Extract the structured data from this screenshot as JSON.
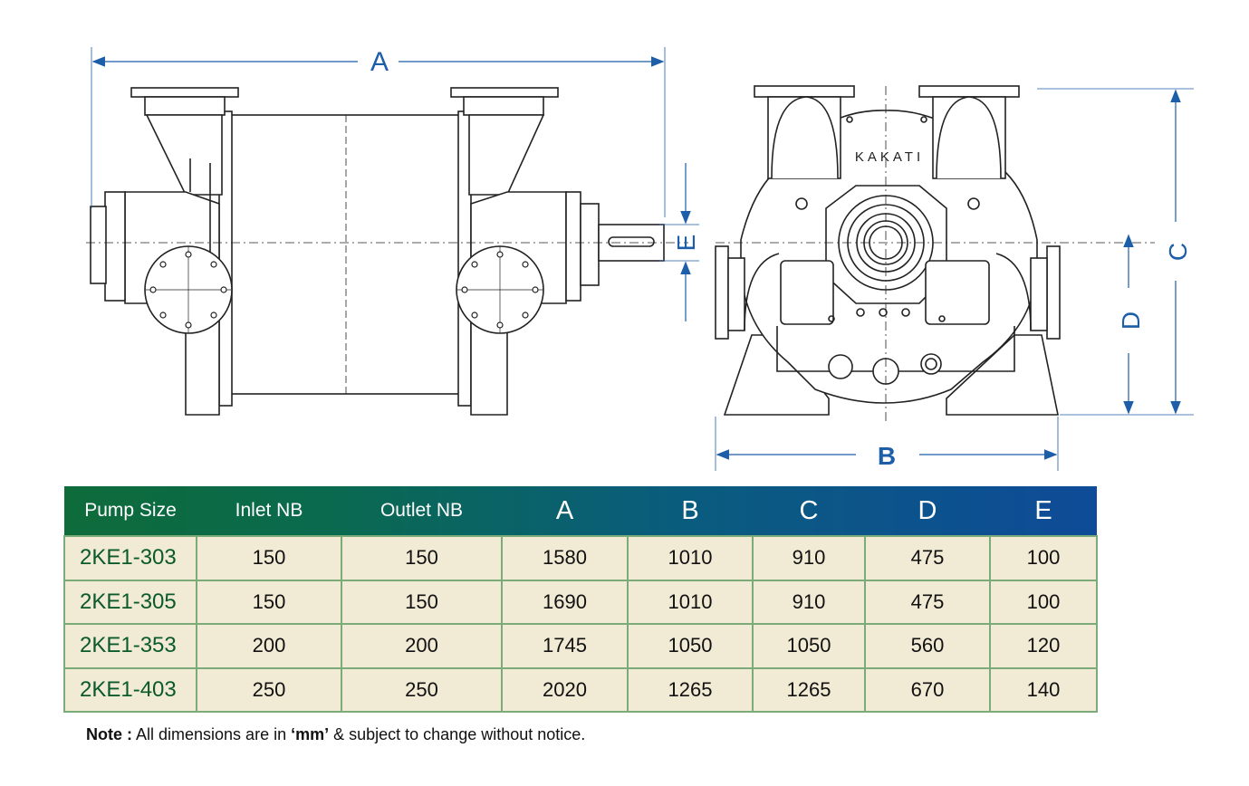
{
  "dimension_labels": {
    "A": "A",
    "B": "B",
    "C": "C",
    "D": "D",
    "E": "E"
  },
  "brand": "KAKATI",
  "table": {
    "headers": [
      "Pump Size",
      "Inlet NB",
      "Outlet NB",
      "A",
      "B",
      "C",
      "D",
      "E"
    ],
    "rows": [
      [
        "2KE1-303",
        "150",
        "150",
        "1580",
        "1010",
        "910",
        "475",
        "100"
      ],
      [
        "2KE1-305",
        "150",
        "150",
        "1690",
        "1010",
        "910",
        "475",
        "100"
      ],
      [
        "2KE1-353",
        "200",
        "200",
        "1745",
        "1050",
        "1050",
        "560",
        "120"
      ],
      [
        "2KE1-403",
        "250",
        "250",
        "2020",
        "1265",
        "1265",
        "670",
        "140"
      ]
    ]
  },
  "note": {
    "label": "Note :",
    "text_before": " All dimensions are in ",
    "unit": "‘mm’",
    "text_after": " & subject to change without notice."
  },
  "colors": {
    "dimension": "#1c5ea8",
    "line": "#222222",
    "header_start": "#0e6b3a",
    "header_end": "#0e4b98",
    "row_bg": "#f1ead4",
    "row_border": "#7aab78"
  }
}
